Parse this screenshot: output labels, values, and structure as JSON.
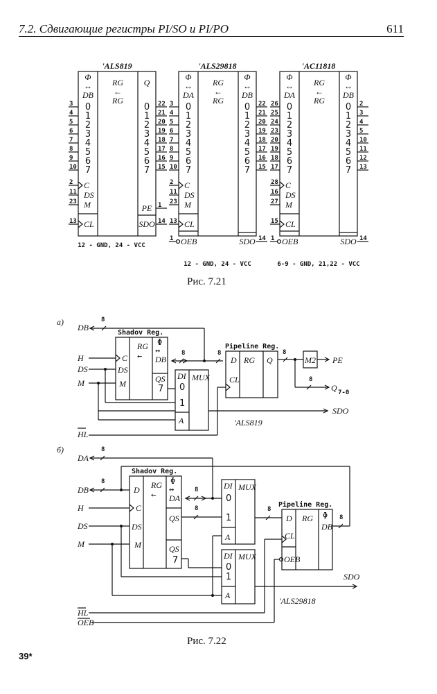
{
  "page": {
    "header_title": "7.2.  Сдвигающие регистры PI/SO и PI/PO",
    "page_number": "611",
    "footer_mark": "39*"
  },
  "figure_7_21": {
    "caption": "Рис. 7.21",
    "chips": [
      {
        "name": "'ALS819",
        "left_header": [
          "Φ",
          "↔",
          "DB"
        ],
        "center": [
          "RG",
          "←",
          "RG"
        ],
        "right_header": [
          "Q"
        ],
        "left_bits": [
          "0",
          "1",
          "2",
          "3",
          "4",
          "5",
          "6",
          "7"
        ],
        "left_pins": [
          "3",
          "4",
          "5",
          "6",
          "7",
          "8",
          "9",
          "10"
        ],
        "right_bits": [
          "0",
          "1",
          "2",
          "3",
          "4",
          "5",
          "6",
          "7"
        ],
        "right_pins": [
          "22",
          "21",
          "20",
          "19",
          "18",
          "17",
          "16",
          "15"
        ],
        "controls": [
          {
            "label": "C",
            "pin": "2"
          },
          {
            "label": "DS",
            "pin": "11"
          },
          {
            "label": "M",
            "pin": "23"
          }
        ],
        "cl": {
          "label": "CL",
          "pin": "13"
        },
        "right_extra": [
          {
            "label": "PE",
            "pin": "1"
          },
          {
            "label": "SDO",
            "pin": "14"
          }
        ],
        "power": "12 - GND, 24 - VCC"
      },
      {
        "name": "'ALS29818",
        "left_header": [
          "Φ",
          "↔",
          "DA"
        ],
        "center": [
          "RG",
          "←",
          "RG"
        ],
        "right_header": [
          "Φ",
          "↔",
          "DB"
        ],
        "left_bits": [
          "0",
          "1",
          "2",
          "3",
          "4",
          "5",
          "6",
          "7"
        ],
        "left_pins": [
          "3",
          "4",
          "5",
          "6",
          "7",
          "8",
          "9",
          "10"
        ],
        "right_bits": [
          "0",
          "1",
          "2",
          "3",
          "4",
          "5",
          "6",
          "7"
        ],
        "right_pins": [
          "22",
          "21",
          "20",
          "19",
          "18",
          "17",
          "16",
          "15"
        ],
        "controls": [
          {
            "label": "C",
            "pin": "2"
          },
          {
            "label": "DS",
            "pin": "11"
          },
          {
            "label": "M",
            "pin": "23"
          }
        ],
        "cl": {
          "label": "CL",
          "pin": "13"
        },
        "oeb": {
          "label": "OEB",
          "pin": "1"
        },
        "right_extra": [
          {
            "label": "SDO",
            "pin": "14"
          }
        ],
        "power": "12 - GND, 24 - VCC"
      },
      {
        "name": "'AC11818",
        "left_header": [
          "Φ",
          "↔",
          "DA"
        ],
        "center": [
          "RG",
          "←",
          "RG"
        ],
        "right_header": [
          "Φ",
          "↔",
          "DB"
        ],
        "left_bits": [
          "0",
          "1",
          "2",
          "3",
          "4",
          "5",
          "6",
          "7"
        ],
        "left_pins": [
          "26",
          "25",
          "24",
          "23",
          "20",
          "19",
          "18",
          "17"
        ],
        "right_bits": [
          "0",
          "1",
          "2",
          "3",
          "4",
          "5",
          "6",
          "7"
        ],
        "right_pins": [
          "2",
          "3",
          "4",
          "5",
          "10",
          "11",
          "12",
          "13"
        ],
        "controls": [
          {
            "label": "C",
            "pin": "28"
          },
          {
            "label": "DS",
            "pin": "16"
          },
          {
            "label": "M",
            "pin": "27"
          }
        ],
        "cl": {
          "label": "CL",
          "pin": "15"
        },
        "oeb": {
          "label": "OEB",
          "pin": "1"
        },
        "right_extra": [
          {
            "label": "SDO",
            "pin": "14"
          }
        ],
        "power": "6-9 - GND, 21,22 - VCC"
      }
    ]
  },
  "figure_7_22": {
    "caption": "Рис. 7.22",
    "a": {
      "marker": "а)",
      "inputs": [
        "DB",
        "H",
        "DS",
        "M",
        "HL"
      ],
      "shadow_title": "Shadov Reg.",
      "pipeline_title": "Pipeline Reg.",
      "bus_width": "8",
      "shadow_labels": [
        "C",
        "DS",
        "M",
        "RG",
        "←",
        "Φ",
        "↔",
        "DB",
        "QS",
        "7"
      ],
      "mux_labels": [
        "DI",
        "0",
        "1",
        "A",
        "MUX"
      ],
      "pipe_labels": [
        "D",
        "RG",
        "Q",
        "CL"
      ],
      "m2": "M2",
      "outputs": [
        "PE",
        "Q7-0",
        "SDO"
      ],
      "chip": "'ALS819"
    },
    "b": {
      "marker": "б)",
      "inputs": [
        "DA",
        "DB",
        "H",
        "DS",
        "M",
        "HL",
        "OEB"
      ],
      "shadow_title": "Shadov Reg.",
      "pipeline_title": "Pipeline Reg.",
      "bus_width": "8",
      "shadow_labels": [
        "D",
        "C",
        "DS",
        "M",
        "RG",
        "←",
        "Φ",
        "↔",
        "DA",
        "QS",
        "QS",
        "7"
      ],
      "mux_labels": [
        "DI",
        "0",
        "1",
        "A",
        "MUX"
      ],
      "pipe_labels": [
        "D",
        "RG",
        "Φ",
        "DB",
        "CL",
        "OEB"
      ],
      "outputs": [
        "SDO"
      ],
      "chip": "'ALS29818"
    }
  }
}
